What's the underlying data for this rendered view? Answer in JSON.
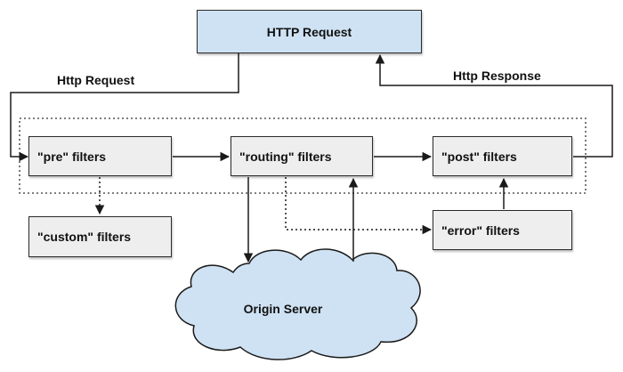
{
  "request_box": {
    "label": "HTTP Request"
  },
  "edge_labels": {
    "http_request": "Http Request",
    "http_response": "Http Response"
  },
  "filters": {
    "pre": "\"pre\" filters",
    "routing": "\"routing\" filters",
    "post": "\"post\" filters",
    "custom": "\"custom\" filters",
    "error": "\"error\" filters"
  },
  "origin": {
    "label": "Origin Server"
  },
  "colors": {
    "request_fill": "#cfe2f3",
    "filter_fill": "#eeeeee",
    "cloud_fill": "#cfe2f3",
    "stroke": "#1a1a1a"
  }
}
